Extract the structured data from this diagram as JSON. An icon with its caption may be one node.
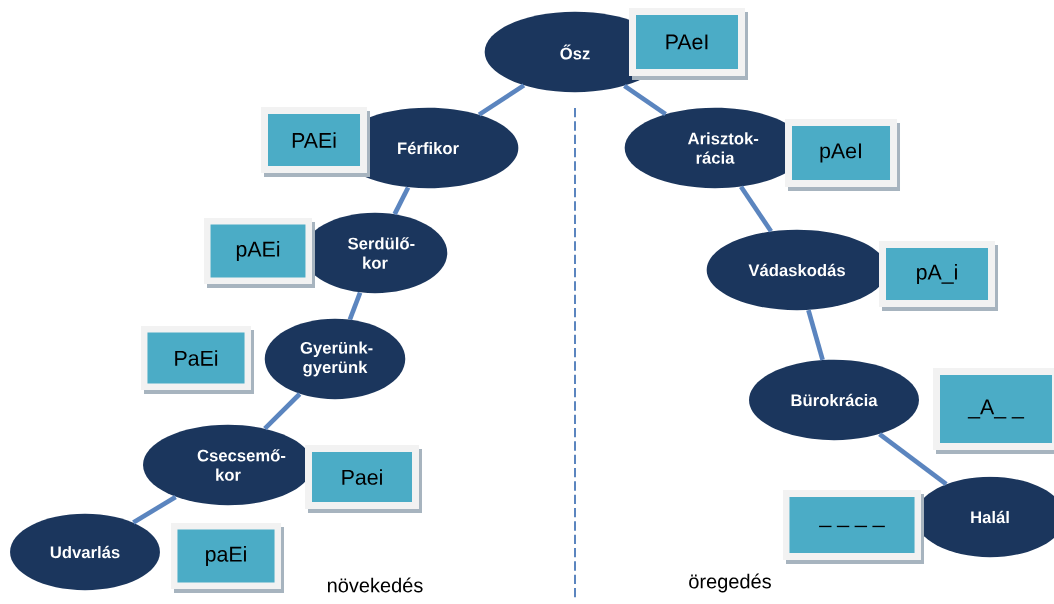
{
  "diagram": {
    "nodes": [
      {
        "text": [
          "Udvarlás"
        ]
      },
      {
        "text": [
          "paEi"
        ]
      },
      {
        "text": [
          "Csecsemő- kor"
        ]
      },
      {
        "text": [
          "Paei"
        ]
      },
      {
        "text": [
          "Gyerünk- gyerünk"
        ]
      },
      {
        "text": [
          "PaEi"
        ]
      },
      {
        "text": [
          "Serdülő- kor"
        ]
      },
      {
        "text": [
          "pAEi"
        ]
      },
      {
        "text": [
          "Férfikor"
        ]
      },
      {
        "text": [
          "PAEi"
        ]
      },
      {
        "text": [
          "Ősz"
        ]
      },
      {
        "text": [
          "PAeI"
        ]
      },
      {
        "text": [
          "Arisztok- rácia"
        ]
      },
      {
        "text": [
          "pAeI"
        ]
      },
      {
        "text": [
          "Vádaskodás"
        ]
      },
      {
        "text": [
          "pA_i"
        ]
      },
      {
        "text": [
          "Bürokrácia"
        ]
      },
      {
        "text": [
          "_A_ _"
        ]
      },
      {
        "text": [
          "Halál"
        ]
      },
      {
        "text": [
          "_ _ _ _"
        ]
      }
    ],
    "edges": [
      {
        "from": 0,
        "to": 2,
        "arrow": "none"
      },
      {
        "from": 2,
        "to": 4,
        "arrow": "none"
      },
      {
        "from": 4,
        "to": 6,
        "arrow": "none"
      },
      {
        "from": 6,
        "to": 8,
        "arrow": "none"
      },
      {
        "from": 8,
        "to": 10,
        "arrow": "none"
      },
      {
        "from": 10,
        "to": 12,
        "arrow": "none"
      },
      {
        "from": 12,
        "to": 14,
        "arrow": "none"
      },
      {
        "from": 14,
        "to": 16,
        "arrow": "none"
      },
      {
        "from": 16,
        "to": 18,
        "arrow": "none"
      }
    ],
    "labels": [
      "növekedés",
      "öregedés"
    ]
  }
}
